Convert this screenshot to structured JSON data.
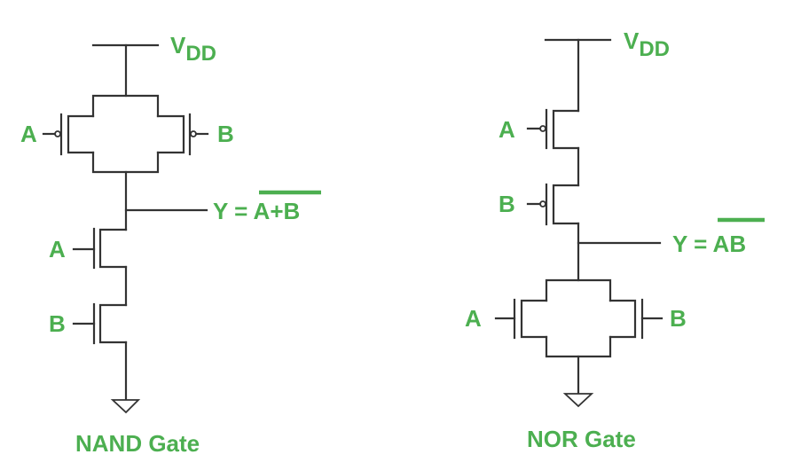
{
  "colors": {
    "label_green": "#4CAF50",
    "wire": "#333333",
    "background": "#FFFFFF"
  },
  "nand": {
    "title": "NAND Gate",
    "supply_main": "V",
    "supply_sub": "DD",
    "pmos_inputs": [
      "A",
      "B"
    ],
    "nmos_inputs": [
      "A",
      "B"
    ],
    "output_prefix": "Y = ",
    "output_expr": "A+B",
    "pmos_arrangement": "parallel",
    "nmos_arrangement": "series"
  },
  "nor": {
    "title": "NOR Gate",
    "supply_main": "V",
    "supply_sub": "DD",
    "pmos_inputs": [
      "A",
      "B"
    ],
    "nmos_inputs": [
      "A",
      "B"
    ],
    "output_prefix": "Y = ",
    "output_expr": "AB",
    "pmos_arrangement": "series",
    "nmos_arrangement": "parallel"
  }
}
